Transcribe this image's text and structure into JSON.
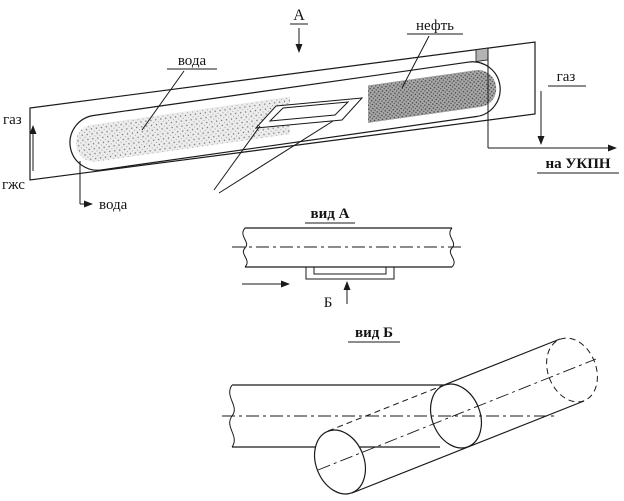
{
  "top_view": {
    "marker_a": "А",
    "label_oil": "нефть",
    "label_water_top": "вода",
    "label_gas_right": "газ",
    "label_gas_left": "газ",
    "label_gls": "гжс",
    "label_water_bottom": "вода",
    "label_to_ukpn": "на УКПН"
  },
  "view_a": {
    "title": "вид А",
    "marker_b": "Б"
  },
  "view_b": {
    "title": "вид Б"
  },
  "colors": {
    "ink": "#1a1a1a",
    "water_fill": "#ececec",
    "oil_fill": "#a9a9a9",
    "paper": "#ffffff"
  }
}
